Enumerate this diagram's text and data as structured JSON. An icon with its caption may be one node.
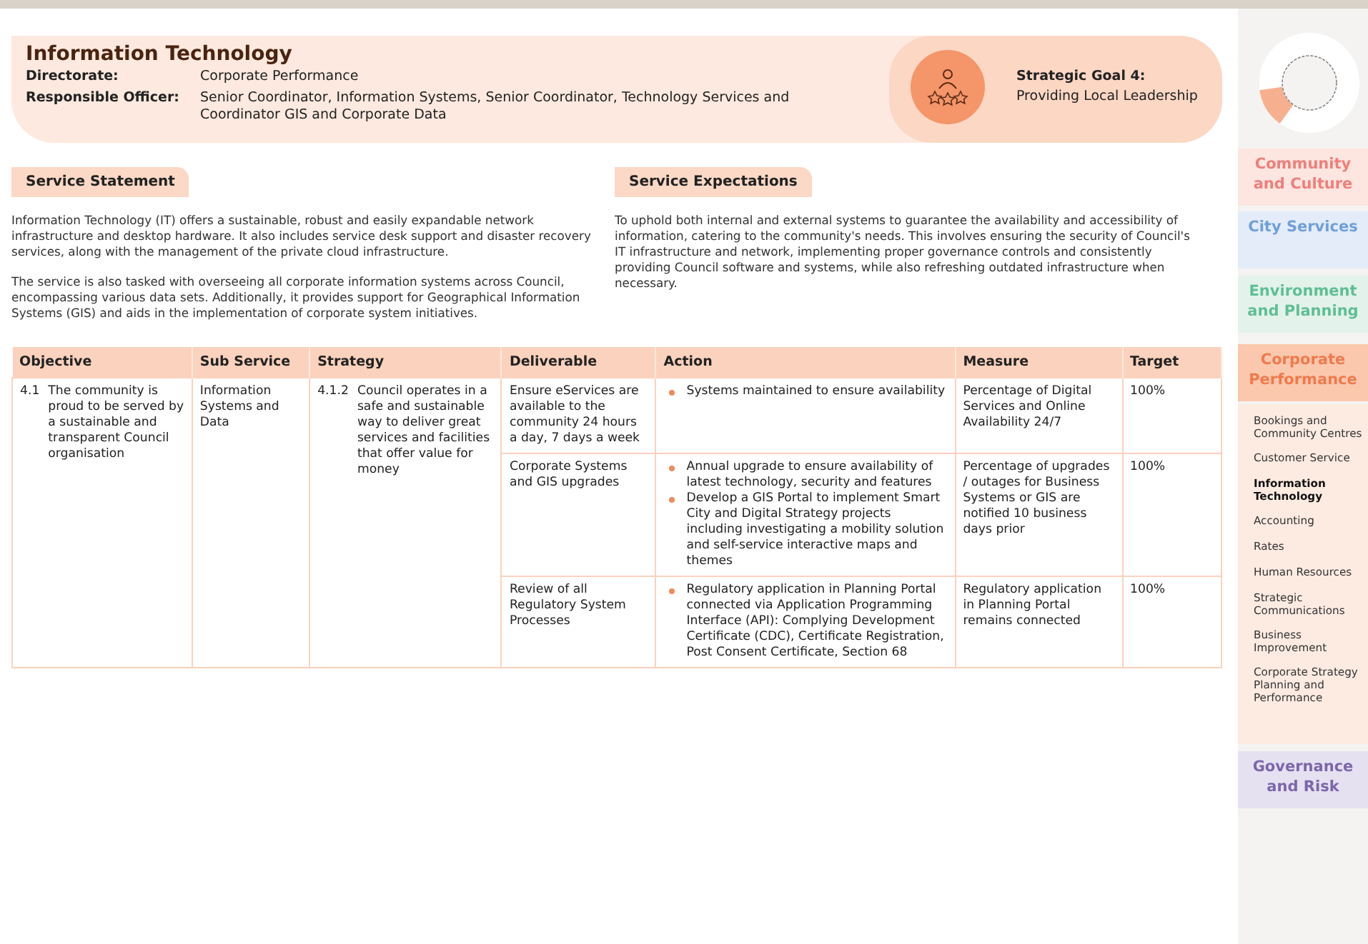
{
  "diagram": {
    "title": "Information Technology",
    "labels": [
      "Directorate:",
      "Corporate Performance",
      "Responsible Officer:",
      "Senior Coordinator, Information Systems, Senior Coordinator, Technology Services and Coordinator GIS and Corporate Data",
      "Strategic Goal 4:",
      "Providing Local Leadership",
      "Service Statement",
      "Information Technology (IT) offers a sustainable, robust and easily expandable network infrastructure and desktop hardware. It also includes service desk support and disaster recovery services, along with the management of the private cloud infrastructure.",
      "The service is also tasked with overseeing all corporate information systems across Council, encompassing various data sets. Additionally, it provides support for Geographical Information Systems (GIS) and aids in the implementation of corporate system initiatives.",
      "Service Expectations",
      "To uphold both internal and external systems to guarantee the availability and accessibility of information, catering to the community's needs. This involves ensuring the security of Council's IT infrastructure and network, implementing proper governance controls and consistently providing Council software and systems, while also refreshing outdated infrastructure when necessary.",
      "Objective",
      "Sub Service",
      "Strategy",
      "Deliverable",
      "Action",
      "Measure",
      "Target",
      "4.1",
      "The community is proud to be served by a sustainable and transparent Council organisation",
      "Information Systems and Data",
      "4.1.2",
      "Council operates in a safe and sustainable way to deliver great services and facilities that offer value for money",
      "Ensure eServices are available to the community 24 hours a day, 7 days a week",
      "Systems maintained to ensure availability",
      "Percentage of Digital Services and Online Availability 24/7",
      "100%",
      "Corporate Systems and GIS upgrades",
      "Annual upgrade to ensure availability of latest technology, security and features",
      "Develop a GIS Portal to implement Smart City and Digital Strategy projects including investigating a mobility solution and self-service interactive maps and themes",
      "Percentage of upgrades / outages for Business Systems or GIS are notified 10 business days prior",
      "100%",
      "Review of all Regulatory System Processes",
      "Regulatory application in Planning Portal connected via Application Programming Interface (API): Complying Development Certificate (CDC), Certificate Registration, Post Consent Certificate, Section 68",
      "Regulatory application in Planning Portal remains connected",
      "100%",
      "Community and Culture",
      "City Services",
      "Environment and Planning",
      "Corporate Performance",
      "Bookings and Community Centres",
      "Customer Service",
      "Information Technology",
      "Accounting",
      "Rates",
      "Human Resources",
      "Strategic Communications",
      "Business Improvement",
      "Corporate Strategy Planning and Performance",
      "Governance and Risk"
    ]
  }
}
